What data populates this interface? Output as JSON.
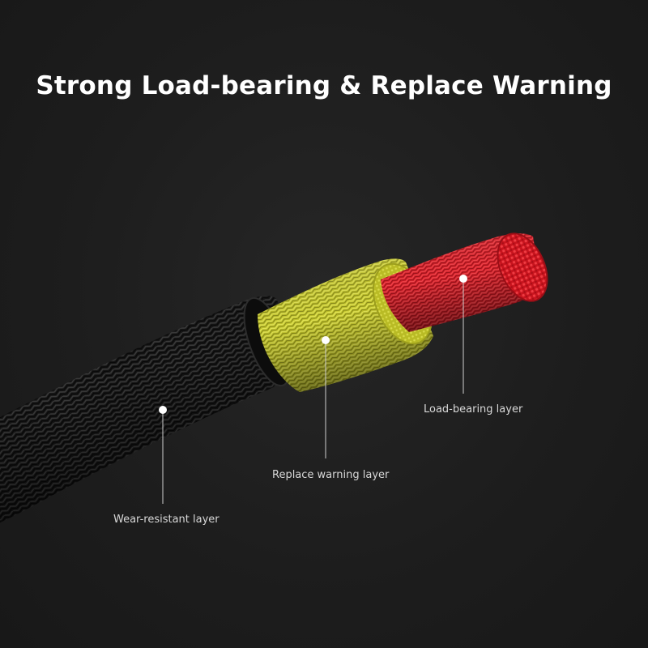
{
  "title": "Strong Load-bearing & Replace Warning",
  "layers": [
    {
      "id": "load-bearing",
      "label": "Load-bearing layer",
      "color": "#e0232b"
    },
    {
      "id": "replace-warning",
      "label": "Replace warning layer",
      "color": "#c9cc2c"
    },
    {
      "id": "wear-resistant",
      "label": "Wear-resistant layer",
      "color": "#111111"
    }
  ],
  "colors": {
    "background": "#1e1e1e",
    "text": "#ffffff",
    "label_text": "#d8d8d8",
    "pointer": "#ffffff"
  }
}
